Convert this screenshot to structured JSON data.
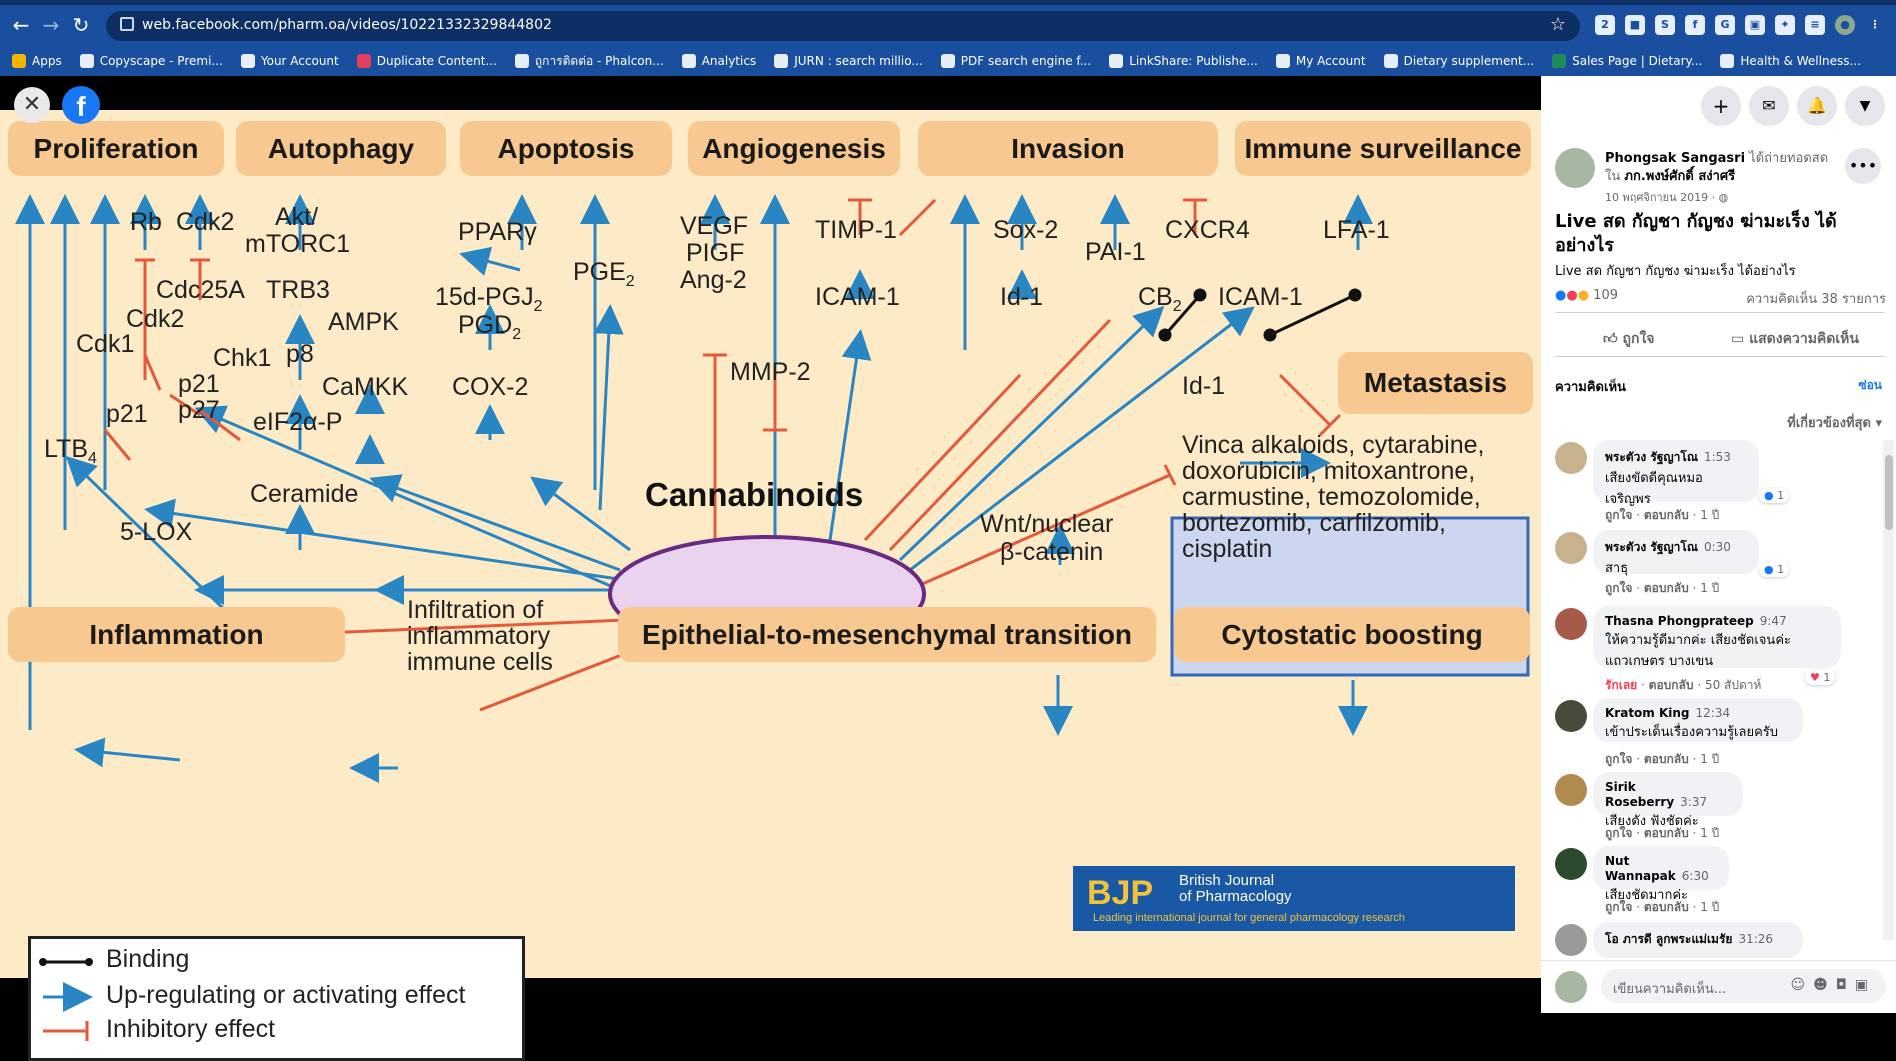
{
  "browser": {
    "url": "web.facebook.com/pharm.oa/videos/10221332329844802",
    "bookmarks": [
      {
        "label": "Apps"
      },
      {
        "label": "Copyscape - Premi..."
      },
      {
        "label": "Your Account"
      },
      {
        "label": "Duplicate Content..."
      },
      {
        "label": "ถูการติดต่อ - Phalcon..."
      },
      {
        "label": "Analytics"
      },
      {
        "label": "JURN : search millio..."
      },
      {
        "label": "PDF search engine f..."
      },
      {
        "label": "LinkShare: Publishe..."
      },
      {
        "label": "My Account"
      },
      {
        "label": "Dietary supplement..."
      },
      {
        "label": "Sales Page | Dietary..."
      },
      {
        "label": "Health & Wellness..."
      }
    ]
  },
  "figure": {
    "top_boxes": [
      "Proliferation",
      "Autophagy",
      "Apoptosis",
      "Angiogenesis",
      "Invasion",
      "Immune surveillance"
    ],
    "bottom_boxes": [
      "Inflammation",
      "Epithelial-to-mesenchymal transition",
      "Cytostatic boosting",
      "Metastasis"
    ],
    "center": "Cannabinoids",
    "labels": {
      "rb": "Rb",
      "cdk2a": "Cdk2",
      "akt": "Akt/",
      "mtorc1": "mTORC1",
      "ppar": "PPARγ",
      "pge2": "PGE",
      "vegf": "VEGF",
      "pigf": "PIGF",
      "ang2": "Ang-2",
      "timp1": "TIMP-1",
      "sox2": "Sox-2",
      "cxcr4": "CXCR4",
      "lfa1": "LFA-1",
      "pai1": "PAI-1",
      "cdc25a": "Cdc25A",
      "trb3": "TRB3",
      "pgj2": "15d-PGJ",
      "pgd2": "PGD",
      "icam1a": "ICAM-1",
      "id1a": "Id-1",
      "cb2": "CB",
      "icam1b": "ICAM-1",
      "cdk2b": "Cdk2",
      "cdk1": "Cdk1",
      "ampk": "AMPK",
      "chk1": "Chk1",
      "p8": "p8",
      "p21a": "p21",
      "p21b": "p21",
      "p27": "p27",
      "camkk": "CaMKK",
      "cox2": "COX-2",
      "mmp2": "MMP-2",
      "id1b": "Id-1",
      "eif": "eIF2α-P",
      "ltb4": "LTB",
      "ceramide": "Ceramide",
      "lox5": "5-LOX",
      "wnt": "Wnt/nuclear",
      "catenin": "β-catenin",
      "infil1": "Infiltration of",
      "infil2": "inflammatory",
      "infil3": "immune cells",
      "drugs": "Vinca alkaloids, cytarabine, doxorubicin, mitoxantrone, carmustine, temozolomide, bortezomib, carfilzomib, cisplatin",
      "sub2": "2",
      "sub4": "4"
    },
    "legend": {
      "binding": "Binding",
      "up": "Up-regulating or activating effect",
      "inhib": "Inhibitory effect"
    },
    "bjp": {
      "abbr": "BJP",
      "line1": "British Journal",
      "line2": "of Pharmacology",
      "tag": "Leading international journal for general pharmacology research"
    }
  },
  "post": {
    "author": "Phongsak Sangasri",
    "action": "ได้ถ่ายทอดสด",
    "in": "ใน",
    "page": "ภก.พงษ์ศักดิ์ สง่าศรี",
    "date": "10 พฤศจิกายน 2019 · ",
    "title": "Live สด กัญชา กัญชง ฆ่ามะเร็ง ได้อย่างไร",
    "subtitle": "Live สด กัญชา กัญชง ฆ่ามะเร็ง ได้อย่างไร",
    "reactions": "109",
    "comments_count": "ความคิดเห็น 38 รายการ",
    "like": "ถูกใจ",
    "comment": "แสดงความคิดเห็น",
    "comments_heading": "ความคิดเห็น",
    "hide": "ซ่อน",
    "sort": "ที่เกี่ยวข้องที่สุด",
    "compose_placeholder": "เขียนความคิดเห็น..."
  },
  "comments": [
    {
      "name": "พระตัวง รัฐญาโณ",
      "time": "1:53",
      "text1": "เสียงขัดดีคุณหมอ",
      "text2": "เจริญพร",
      "like": "ถูกใจ",
      "reply": "ตอบกลับ",
      "age": "1 ปี",
      "react": "1"
    },
    {
      "name": "พระตัวง รัฐญาโณ",
      "time": "0:30",
      "text1": "สาธุ",
      "text2": "",
      "like": "ถูกใจ",
      "reply": "ตอบกลับ",
      "age": "1 ปี",
      "react": "1"
    },
    {
      "name": "Thasna Phongprateep",
      "time": "9:47",
      "text1": "ให้ความรู้ดีมากค่ะ เสียงชัดเจนค่ะ",
      "text2": "แถวเกษตร บางเขน",
      "like": "รักเลย",
      "reply": "ตอบกลับ",
      "age": "50 สัปดาห์",
      "react": "1"
    },
    {
      "name": "Kratom King",
      "time": "12:34",
      "text1": "เข้าประเด็นเรื่องความรู้เลยครับ",
      "text2": "",
      "like": "ถูกใจ",
      "reply": "ตอบกลับ",
      "age": "1 ปี",
      "react": ""
    },
    {
      "name": "Sirik Roseberry",
      "time": "3:37",
      "text1": "เสียงดัง ฟังชัดค่ะ",
      "text2": "",
      "like": "ถูกใจ",
      "reply": "ตอบกลับ",
      "age": "1 ปี",
      "react": ""
    },
    {
      "name": "Nut Wannapak",
      "time": "6:30",
      "text1": "เสียงชัดมากค่ะ",
      "text2": "",
      "like": "ถูกใจ",
      "reply": "ตอบกลับ",
      "age": "1 ปี",
      "react": ""
    },
    {
      "name": "โอ ภารดี ลูกพระแม่เมรัย",
      "time": "31:26",
      "text1": "",
      "text2": "",
      "like": "",
      "reply": "",
      "age": "",
      "react": ""
    }
  ]
}
